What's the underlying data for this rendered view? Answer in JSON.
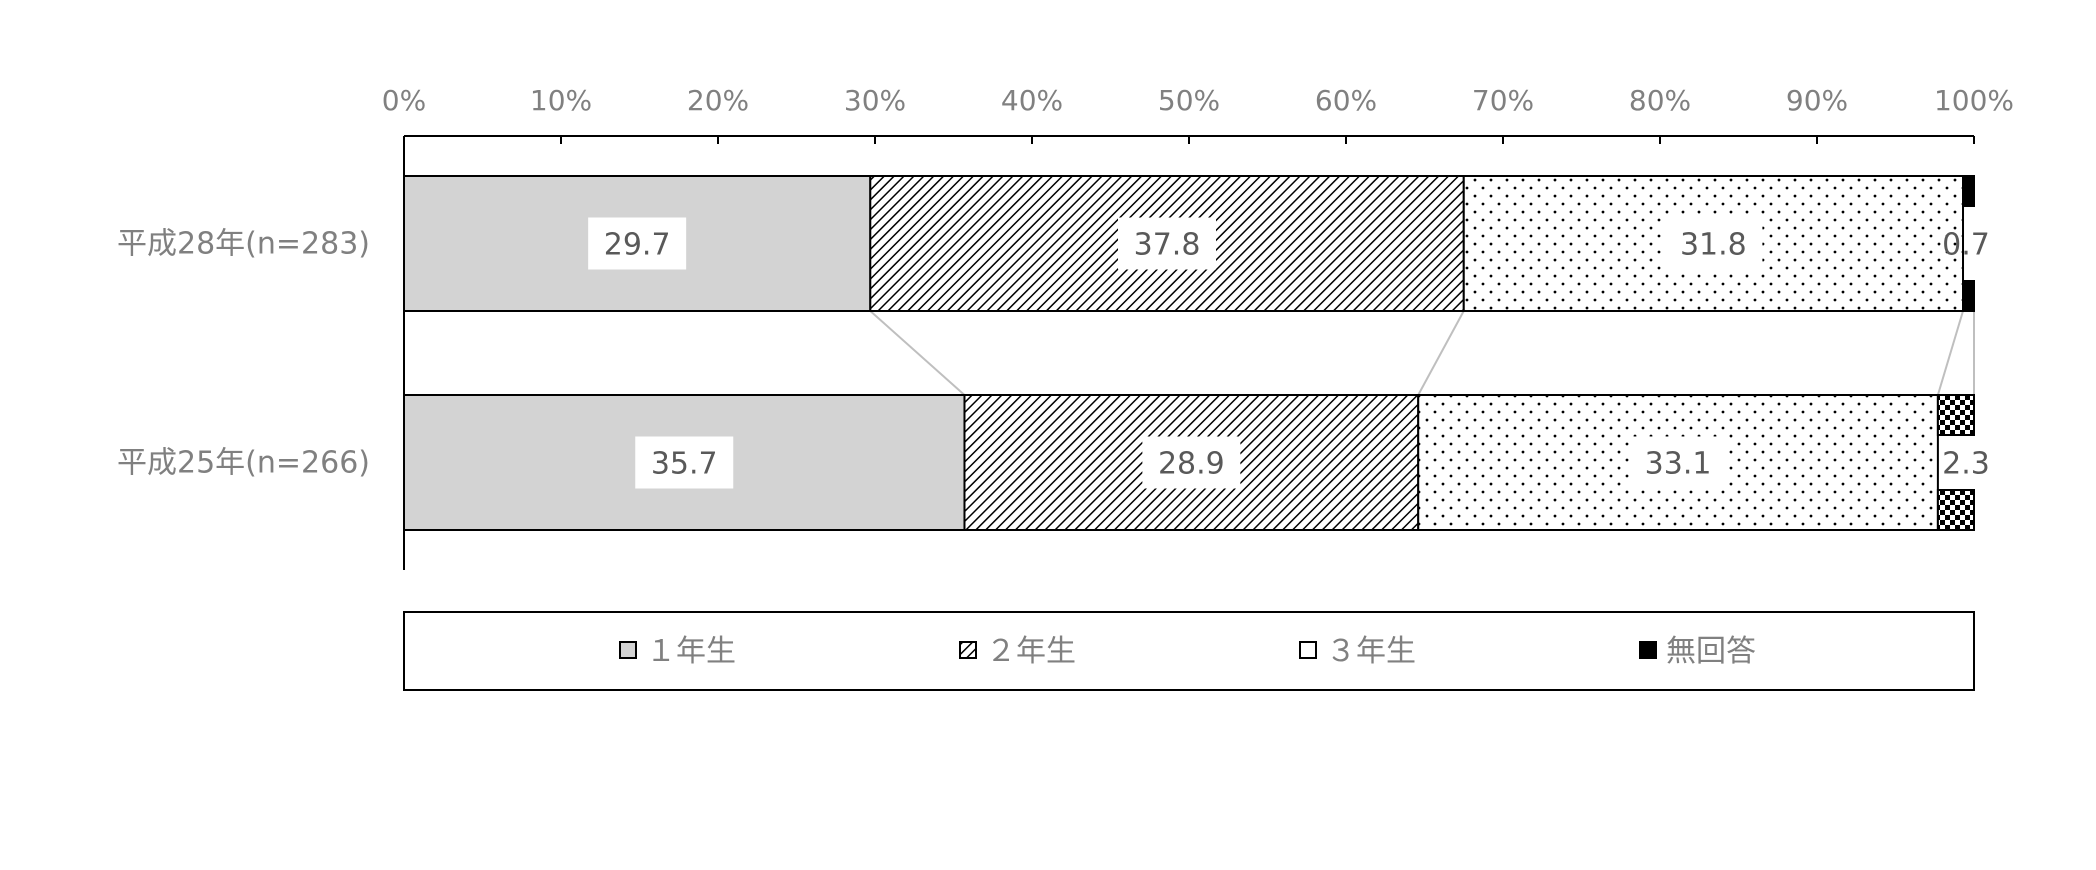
{
  "chart_data": {
    "type": "bar",
    "orientation": "horizontal",
    "stacked": "100%",
    "categories": [
      "平成28年(n=283)",
      "平成25年(n=266)"
    ],
    "x_ticks": [
      "0%",
      "10%",
      "20%",
      "30%",
      "40%",
      "50%",
      "60%",
      "70%",
      "80%",
      "90%",
      "100%"
    ],
    "xlim": [
      0,
      100
    ],
    "series": [
      {
        "name": "１年生",
        "values": [
          29.7,
          35.7
        ],
        "labels": [
          "29.7",
          "35.7"
        ]
      },
      {
        "name": "２年生",
        "values": [
          37.8,
          28.9
        ],
        "labels": [
          "37.8",
          "28.9"
        ]
      },
      {
        "name": "３年生",
        "values": [
          31.8,
          33.1
        ],
        "labels": [
          "31.8",
          "33.1"
        ]
      },
      {
        "name": "無回答",
        "values": [
          0.7,
          2.3
        ],
        "labels": [
          "0.7",
          "2.3"
        ]
      }
    ],
    "legend": "bottom",
    "grid": false,
    "title": "",
    "xlabel": "",
    "ylabel": ""
  }
}
